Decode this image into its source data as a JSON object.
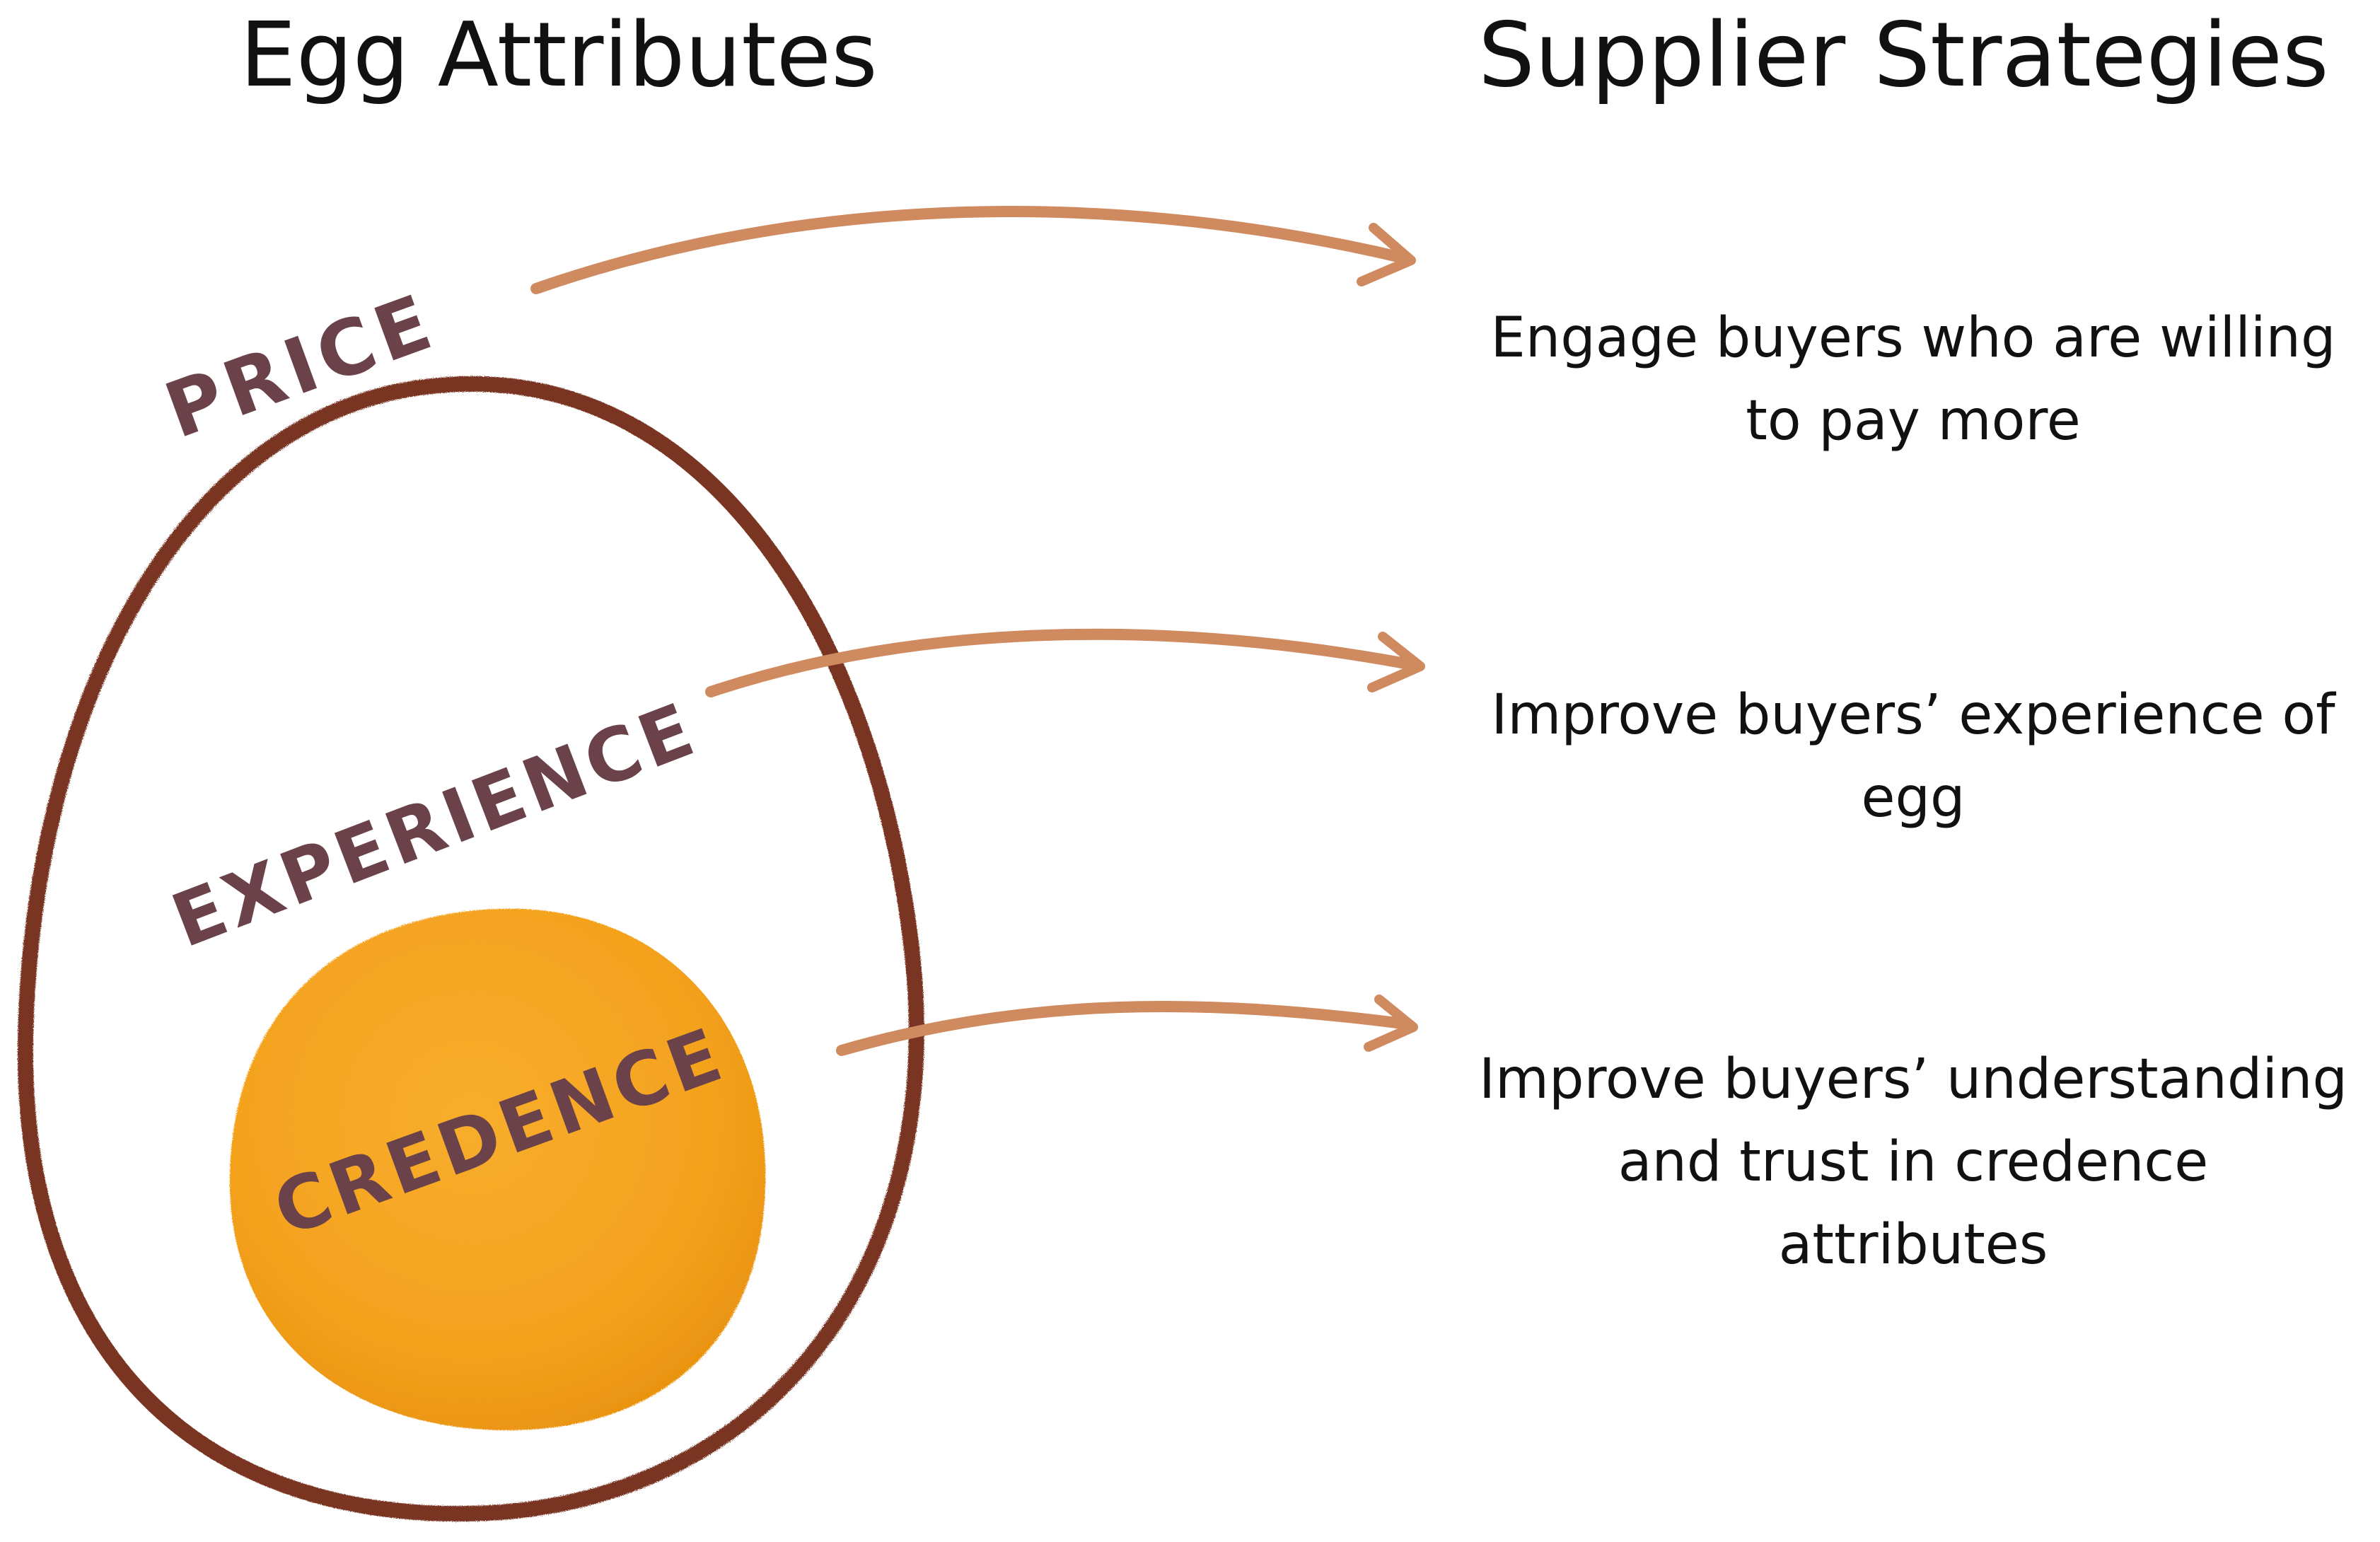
{
  "headings": {
    "left": "Egg Attributes",
    "right": "Supplier Strategies"
  },
  "attributes": {
    "price": "PRICE",
    "experience": "EXPERIENCE",
    "credence": "CREDENCE"
  },
  "strategies": {
    "price": "Engage buyers who are willing to pay more",
    "experience": "Improve buyers’ experience of egg",
    "credence": "Improve buyers’ understanding and trust in credence attributes"
  },
  "colors": {
    "egg_outline": "#7a3520",
    "yolk": "#f4a21e",
    "yolk_edge": "#e58f10",
    "label_text": "#6b4249",
    "arrow": "#cf8a60",
    "text": "#111111",
    "background": "#ffffff"
  }
}
